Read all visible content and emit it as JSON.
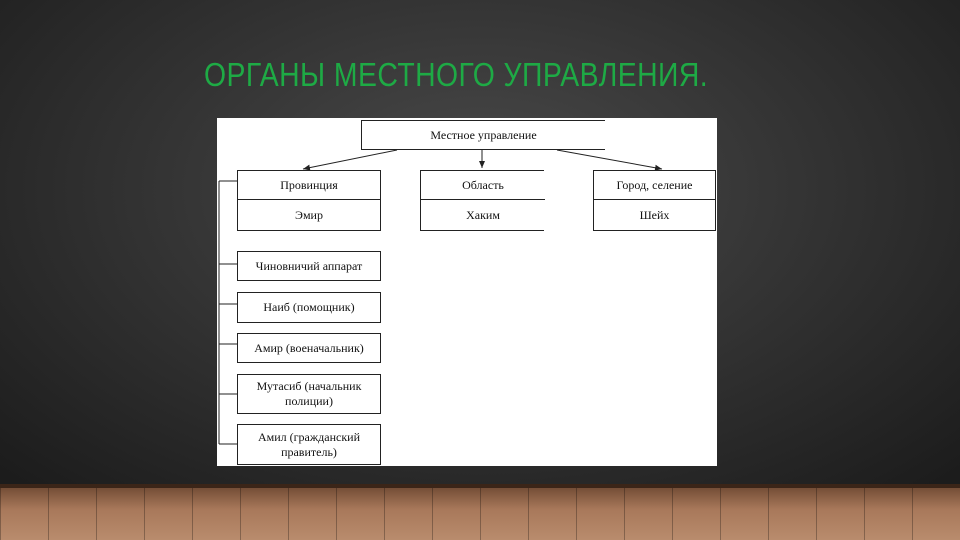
{
  "slide": {
    "title": "ОРГАНЫ МЕСТНОГО УПРАВЛЕНИЯ."
  },
  "diagram": {
    "root": "Местное управление",
    "columns": [
      {
        "header": "Провинция",
        "head_official": "Эмир"
      },
      {
        "header": "Область",
        "head_official": "Хаким"
      },
      {
        "header": "Город, селение",
        "head_official": "Шейх"
      }
    ],
    "province_subordinates": [
      "Чиновничий аппарат",
      "Наиб (помощник)",
      "Амир (военачальник)",
      "Мутасиб (начальник полиции)",
      "Амил (гражданский правитель)"
    ]
  }
}
